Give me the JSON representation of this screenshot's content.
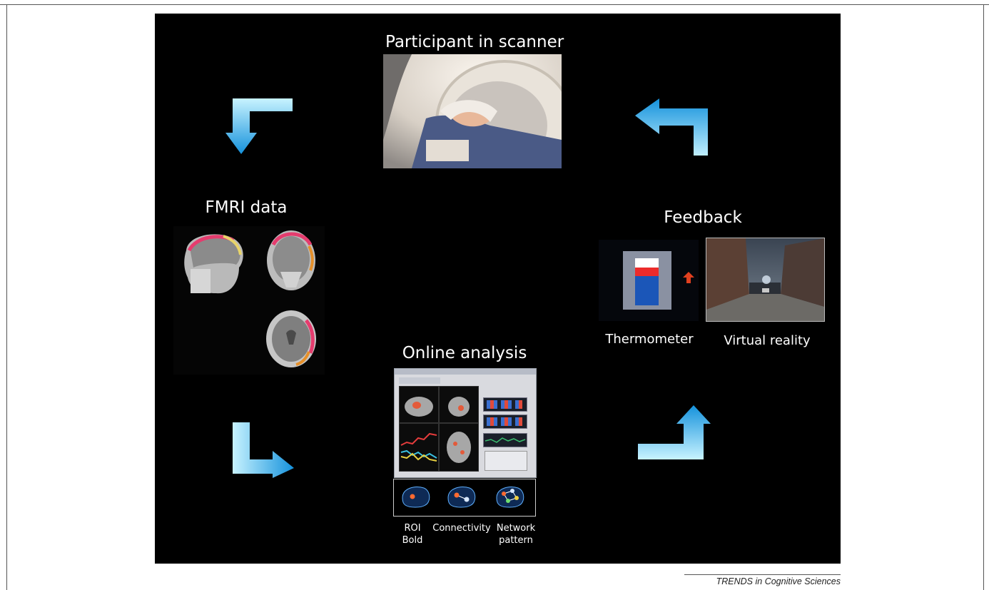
{
  "diagram": {
    "participant_label": "Participant in scanner",
    "fmri_label": "FMRI data",
    "feedback_label": "Feedback",
    "thermometer_label": "Thermometer",
    "virtual_reality_label": "Virtual reality",
    "online_analysis_label": "Online analysis",
    "roi_label_line1": "ROI",
    "roi_label_line2": "Bold",
    "connectivity_label": "Connectivity",
    "network_label_line1": "Network",
    "network_label_line2": "pattern"
  },
  "thermometer": {
    "level_fraction": 0.62
  },
  "footer": {
    "credit": "TRENDS in Cognitive Sciences"
  },
  "colors": {
    "background": "#000000",
    "arrow_light": "#bfefff",
    "arrow_dark": "#1f9fe0",
    "thermo_red": "#ec2b2b",
    "thermo_blue": "#1b56b8"
  }
}
